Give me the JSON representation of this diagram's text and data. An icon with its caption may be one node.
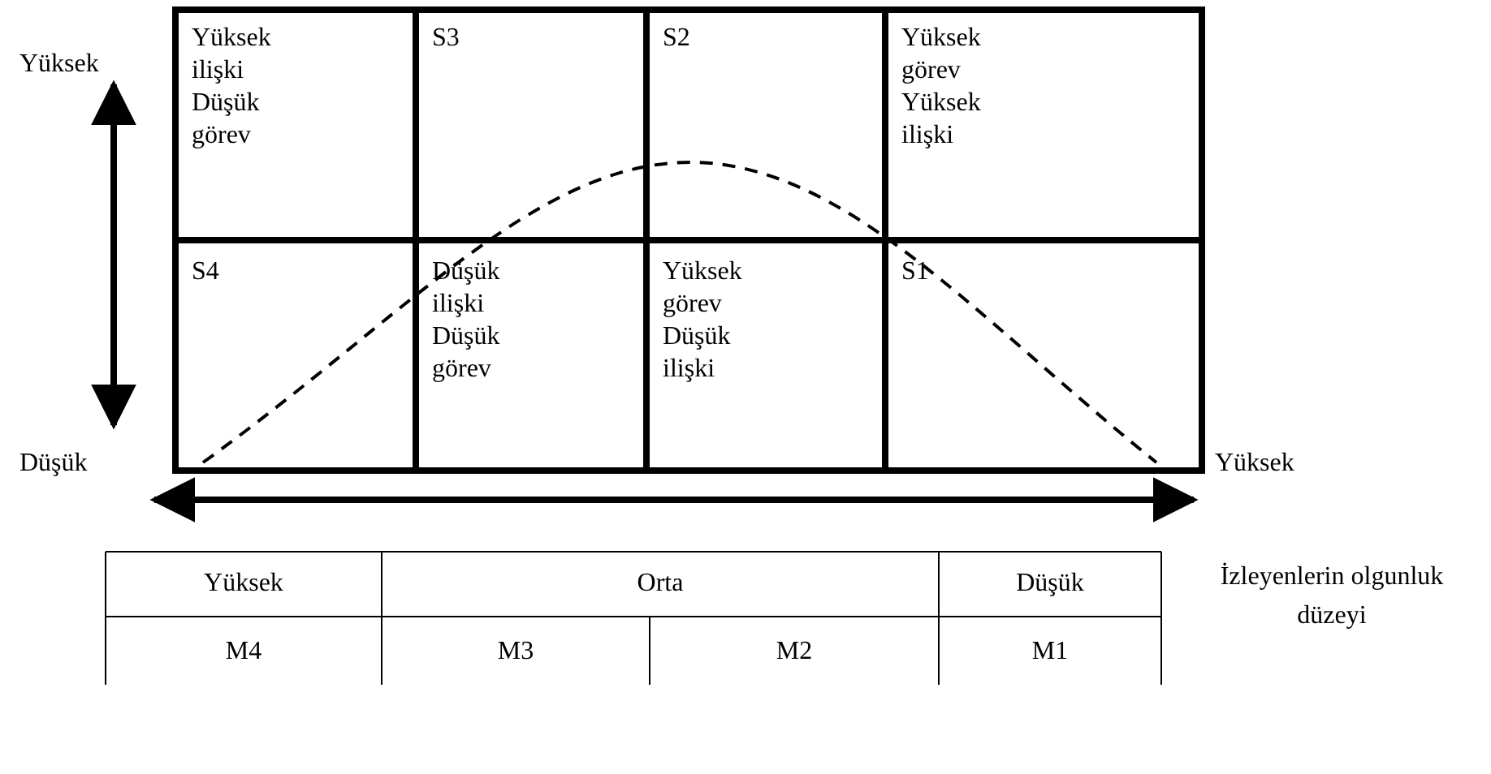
{
  "diagram": {
    "labels": [
      "Yüksek",
      "Yüksek ilişki Düşük görev",
      "S3",
      "S2",
      "Yüksek görev Yüksek ilişki",
      "S4",
      "Düşük ilişki Düşük görev",
      "Yüksek görev Düşük ilişki",
      "S1",
      "Düşük",
      "Yüksek",
      "Yüksek",
      "Orta",
      "Düşük",
      "M4",
      "M3",
      "M2",
      "M1",
      "İzleyenlerin olgunluk düzeyi"
    ]
  }
}
